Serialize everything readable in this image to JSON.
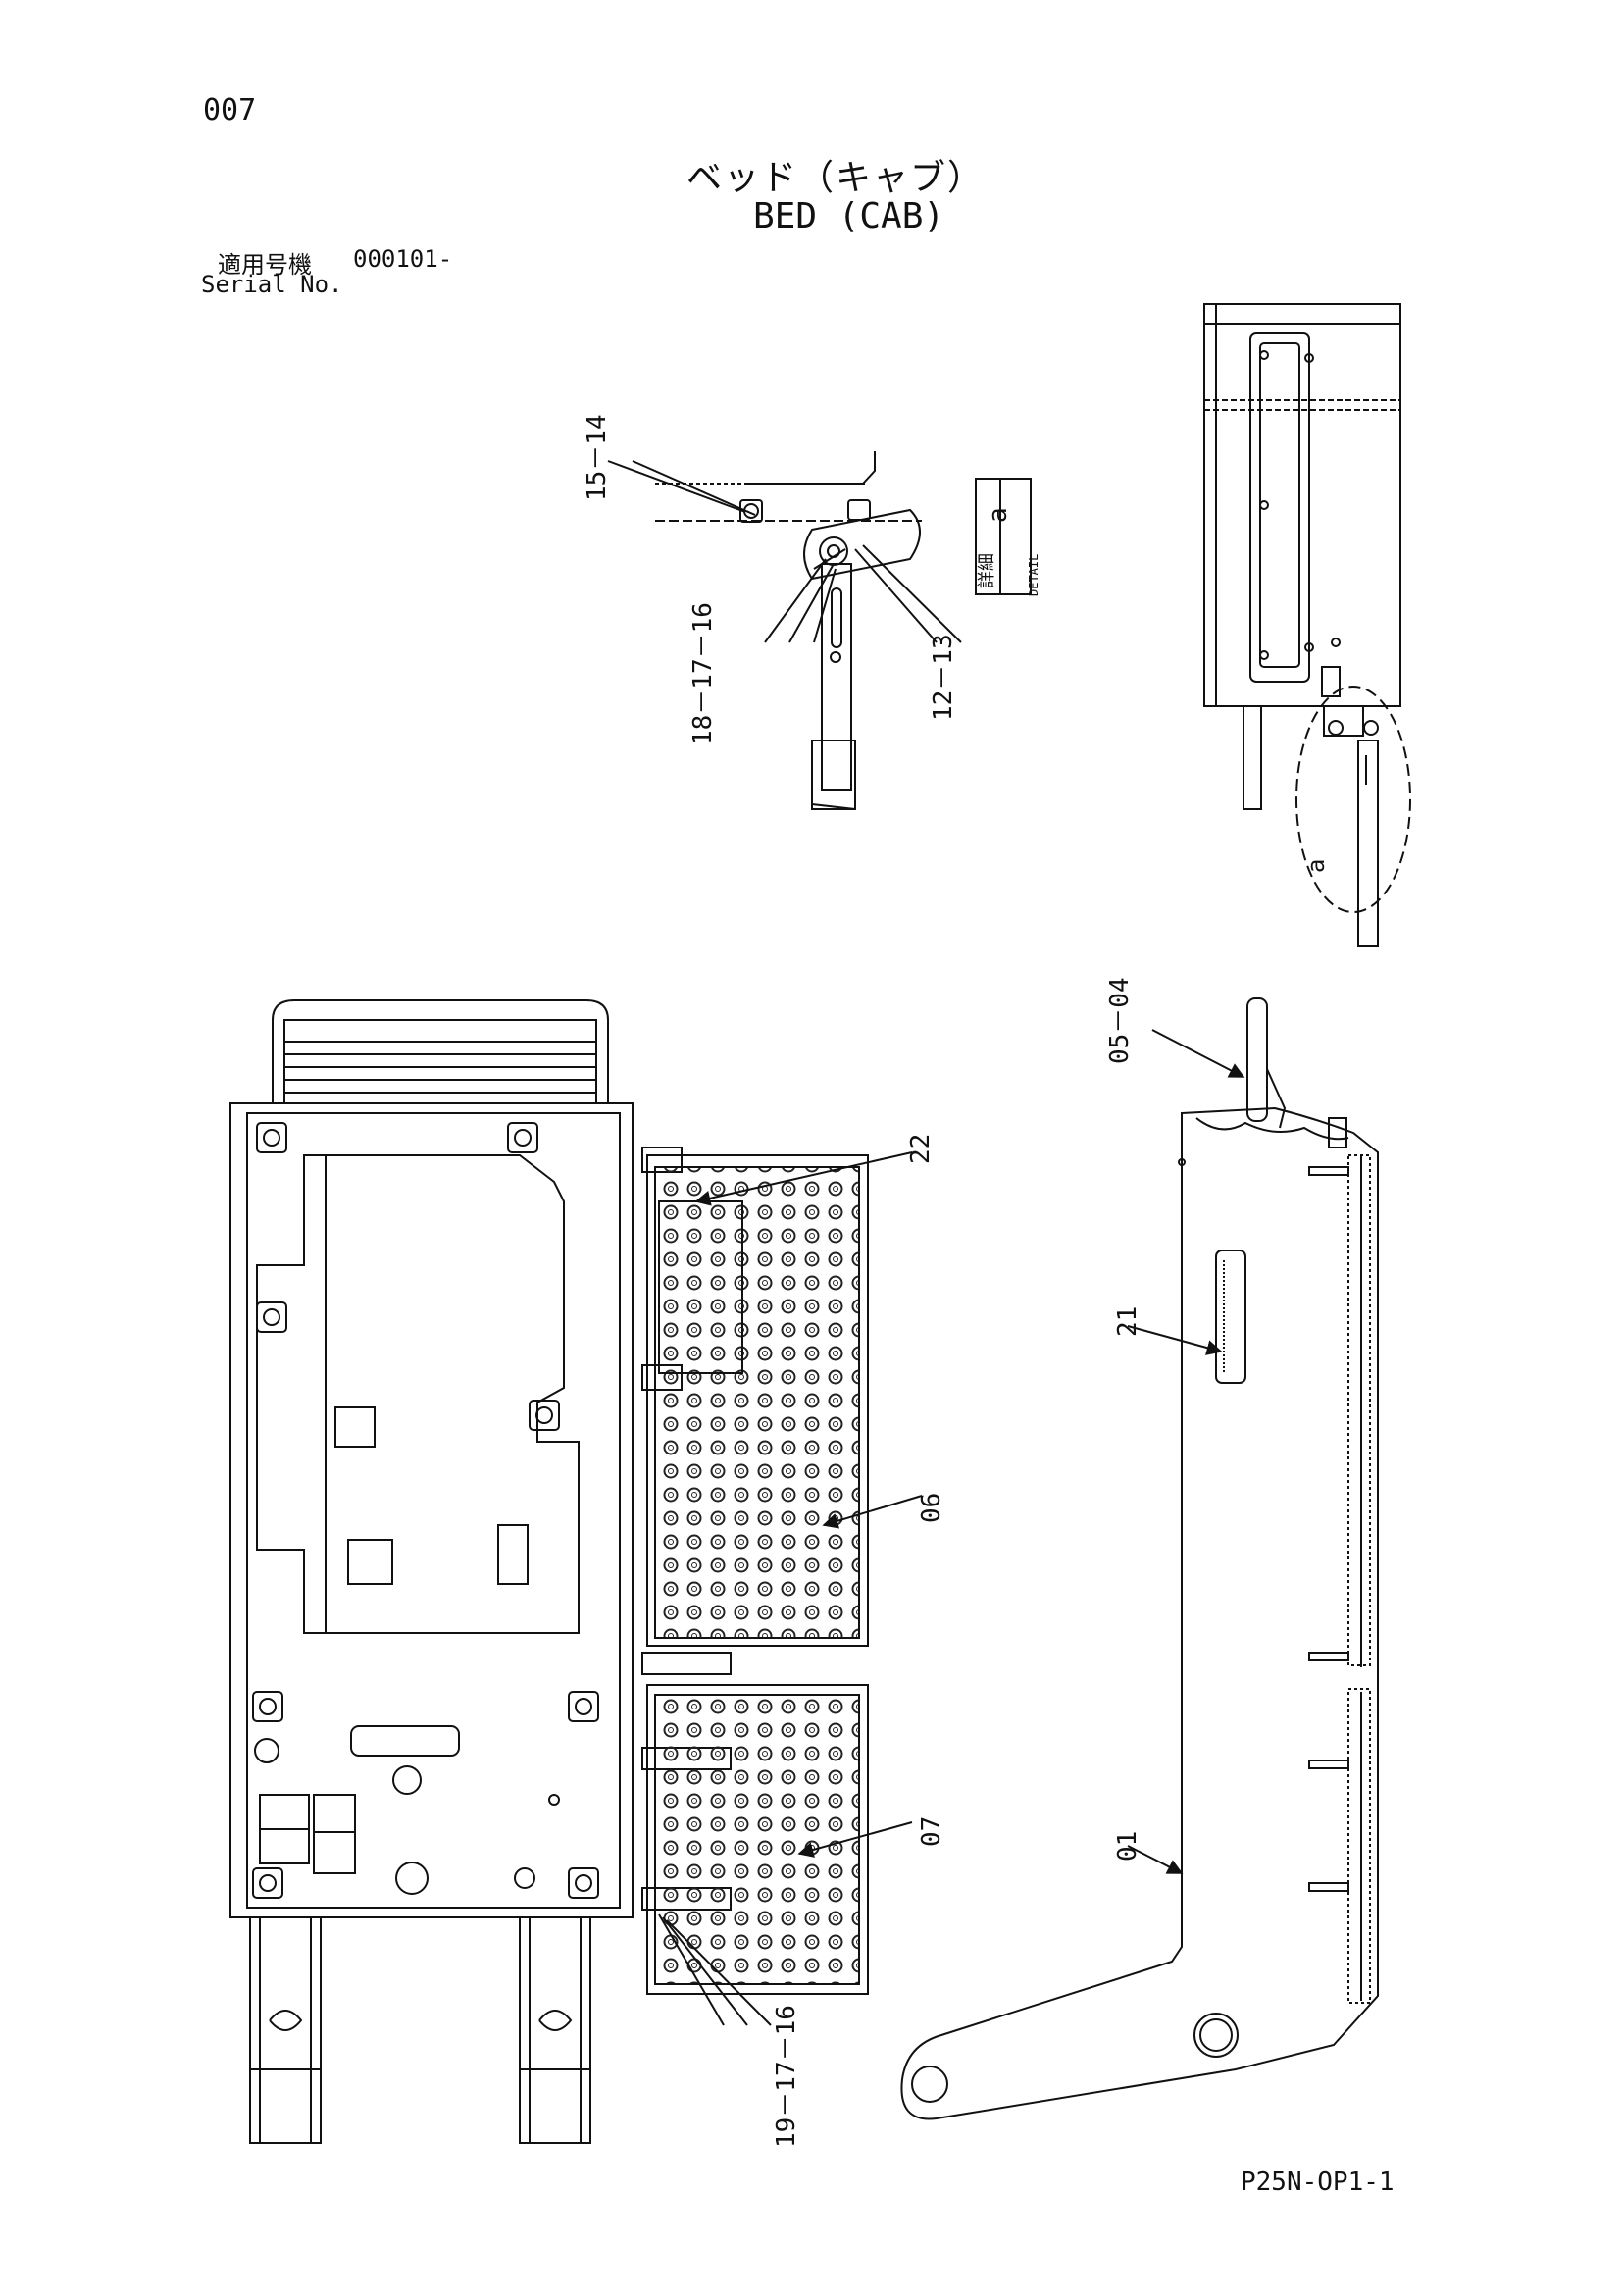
{
  "page_number": "007",
  "title_ja": "ベッド（キャブ）",
  "title_en": "BED (CAB)",
  "serial": {
    "label_ja": "適用号機",
    "label_en": "Serial No.",
    "value": "000101-"
  },
  "detail_box": {
    "kanji": "詳細",
    "word": "DETAIL",
    "letter": "a"
  },
  "detail_marker": "a",
  "callouts": {
    "c15_14": "15－14",
    "c18_17_16": "18－17－16",
    "c12_13": "12－13",
    "c05_04": "05－04",
    "c22": "22",
    "c21": "21",
    "c06": "06",
    "c07": "07",
    "c01": "01",
    "c19_17_16": "19－17－16"
  },
  "footer_code": "P25N-OP1-1"
}
